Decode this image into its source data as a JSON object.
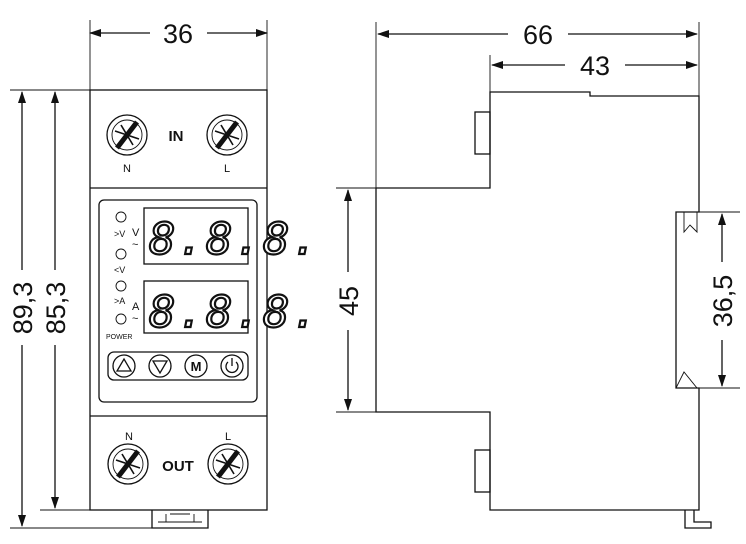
{
  "front": {
    "input_label": "IN",
    "output_label": "OUT",
    "terminal_n": "N",
    "terminal_l": "L",
    "led_over_voltage": ">V",
    "led_under_voltage": "<V",
    "led_over_current": ">A",
    "led_power": "POWER",
    "voltage_unit": "V",
    "current_unit": "A",
    "ac_mark": "~",
    "display_voltage": "8.8.8.",
    "display_current": "8.8.8.",
    "button_mode": "M"
  },
  "dimensions": {
    "width": "36",
    "height_total": "89,3",
    "height_body": "85,3",
    "depth_total": "66",
    "depth_front": "43",
    "front_face_height": "45",
    "rail_height": "36,5"
  },
  "icons": {
    "terminal_screws": "screw-terminal-icon",
    "up_button": "triangle-up-icon",
    "down_button": "triangle-down-icon",
    "power_button": "power-icon"
  }
}
